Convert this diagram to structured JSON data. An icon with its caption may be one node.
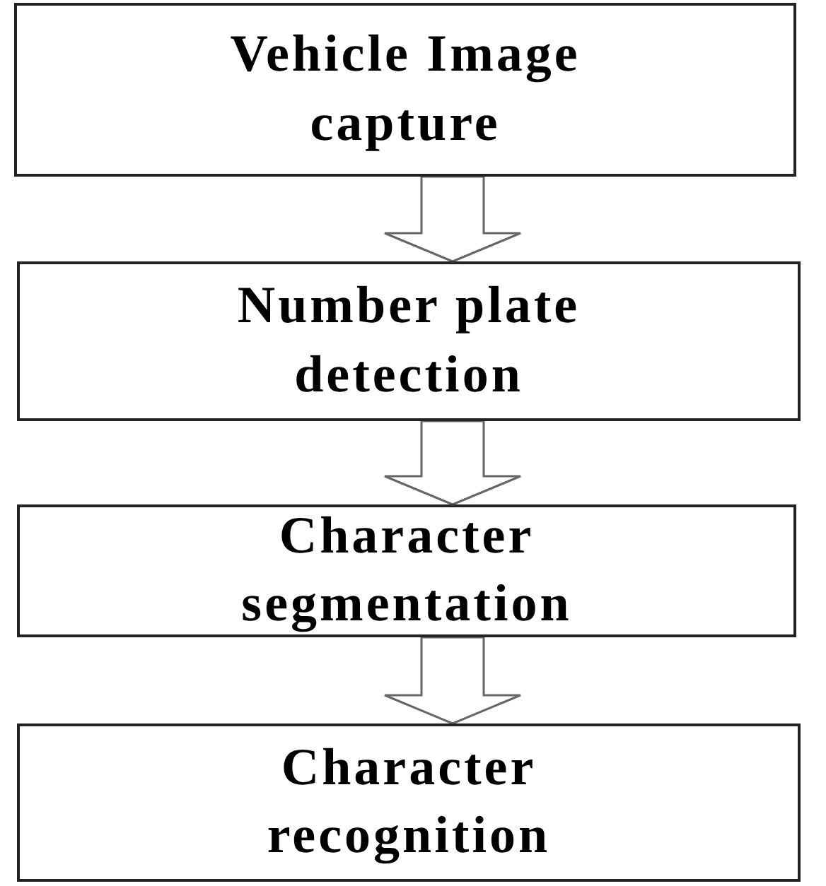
{
  "diagram": {
    "nodes": [
      {
        "text": [
          "Vehicle Image capture"
        ]
      },
      {
        "text": [
          "Number plate detection"
        ]
      },
      {
        "text": [
          "Character segmentation"
        ]
      },
      {
        "text": [
          "Character recognition"
        ]
      }
    ],
    "edges": [
      {
        "from": 0,
        "to": 1,
        "arrow": "to"
      },
      {
        "from": 1,
        "to": 2,
        "arrow": "to"
      },
      {
        "from": 2,
        "to": 3,
        "arrow": "to"
      }
    ]
  }
}
